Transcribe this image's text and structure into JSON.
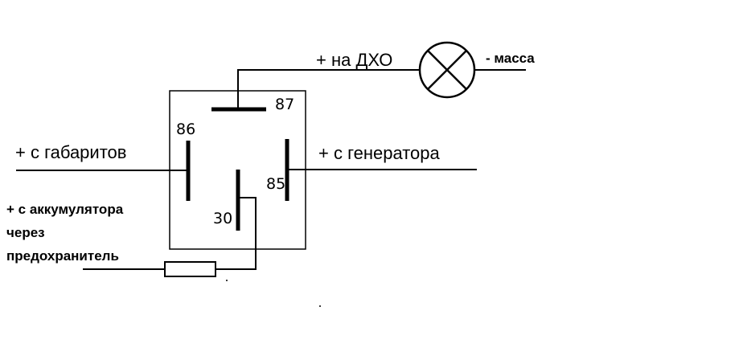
{
  "labels": {
    "dxo": "+ на ДХО",
    "massa": "- масса",
    "gabarity": "+ с габаритов",
    "generator": "+ с генератора",
    "battery_line1": "+ с аккумулятора",
    "battery_line2": "через",
    "battery_line3": "предохранитель"
  },
  "pins": {
    "p87": "87",
    "p86": "86",
    "p85": "85",
    "p30": "30"
  },
  "colors": {
    "line": "#000000",
    "background": "#ffffff"
  }
}
